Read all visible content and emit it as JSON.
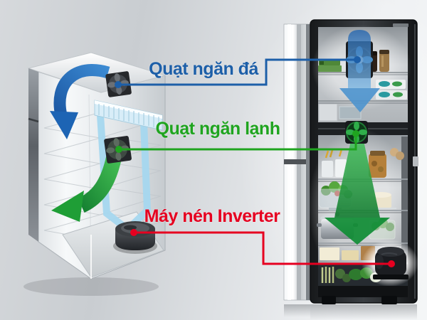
{
  "diagram": {
    "type": "refrigerator-cooling-airflow-infographic",
    "callouts": [
      {
        "id": "freezer-fan",
        "text": "Quạt ngăn đá",
        "color": "#1d5fa8"
      },
      {
        "id": "fridge-fan",
        "text": "Quạt ngăn lạnh",
        "color": "#1fa41f"
      },
      {
        "id": "inverter-compressor",
        "text": "Máy nén Inverter",
        "color": "#e60020"
      }
    ],
    "colors": {
      "freezer_airflow": "#1d64b4",
      "fridge_airflow": "#1f9e36",
      "duct": "#a6d8f0",
      "connector_blue": "#1d5fa8",
      "connector_green": "#1fa41f",
      "connector_red": "#e60020"
    }
  }
}
